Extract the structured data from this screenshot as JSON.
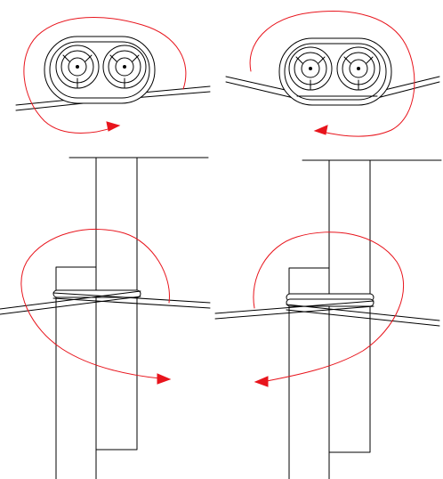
{
  "figure": {
    "panels": [
      {
        "id": "top-left",
        "view": "top",
        "rotation": "clockwise"
      },
      {
        "id": "top-right",
        "view": "top",
        "rotation": "counter-clockwise"
      },
      {
        "id": "bottom-left",
        "view": "side",
        "rotation": "clockwise"
      },
      {
        "id": "bottom-right",
        "view": "side",
        "rotation": "counter-clockwise"
      }
    ]
  },
  "colors": {
    "line": "#000000",
    "arrow": "#e8141c",
    "background": "#ffffff"
  }
}
